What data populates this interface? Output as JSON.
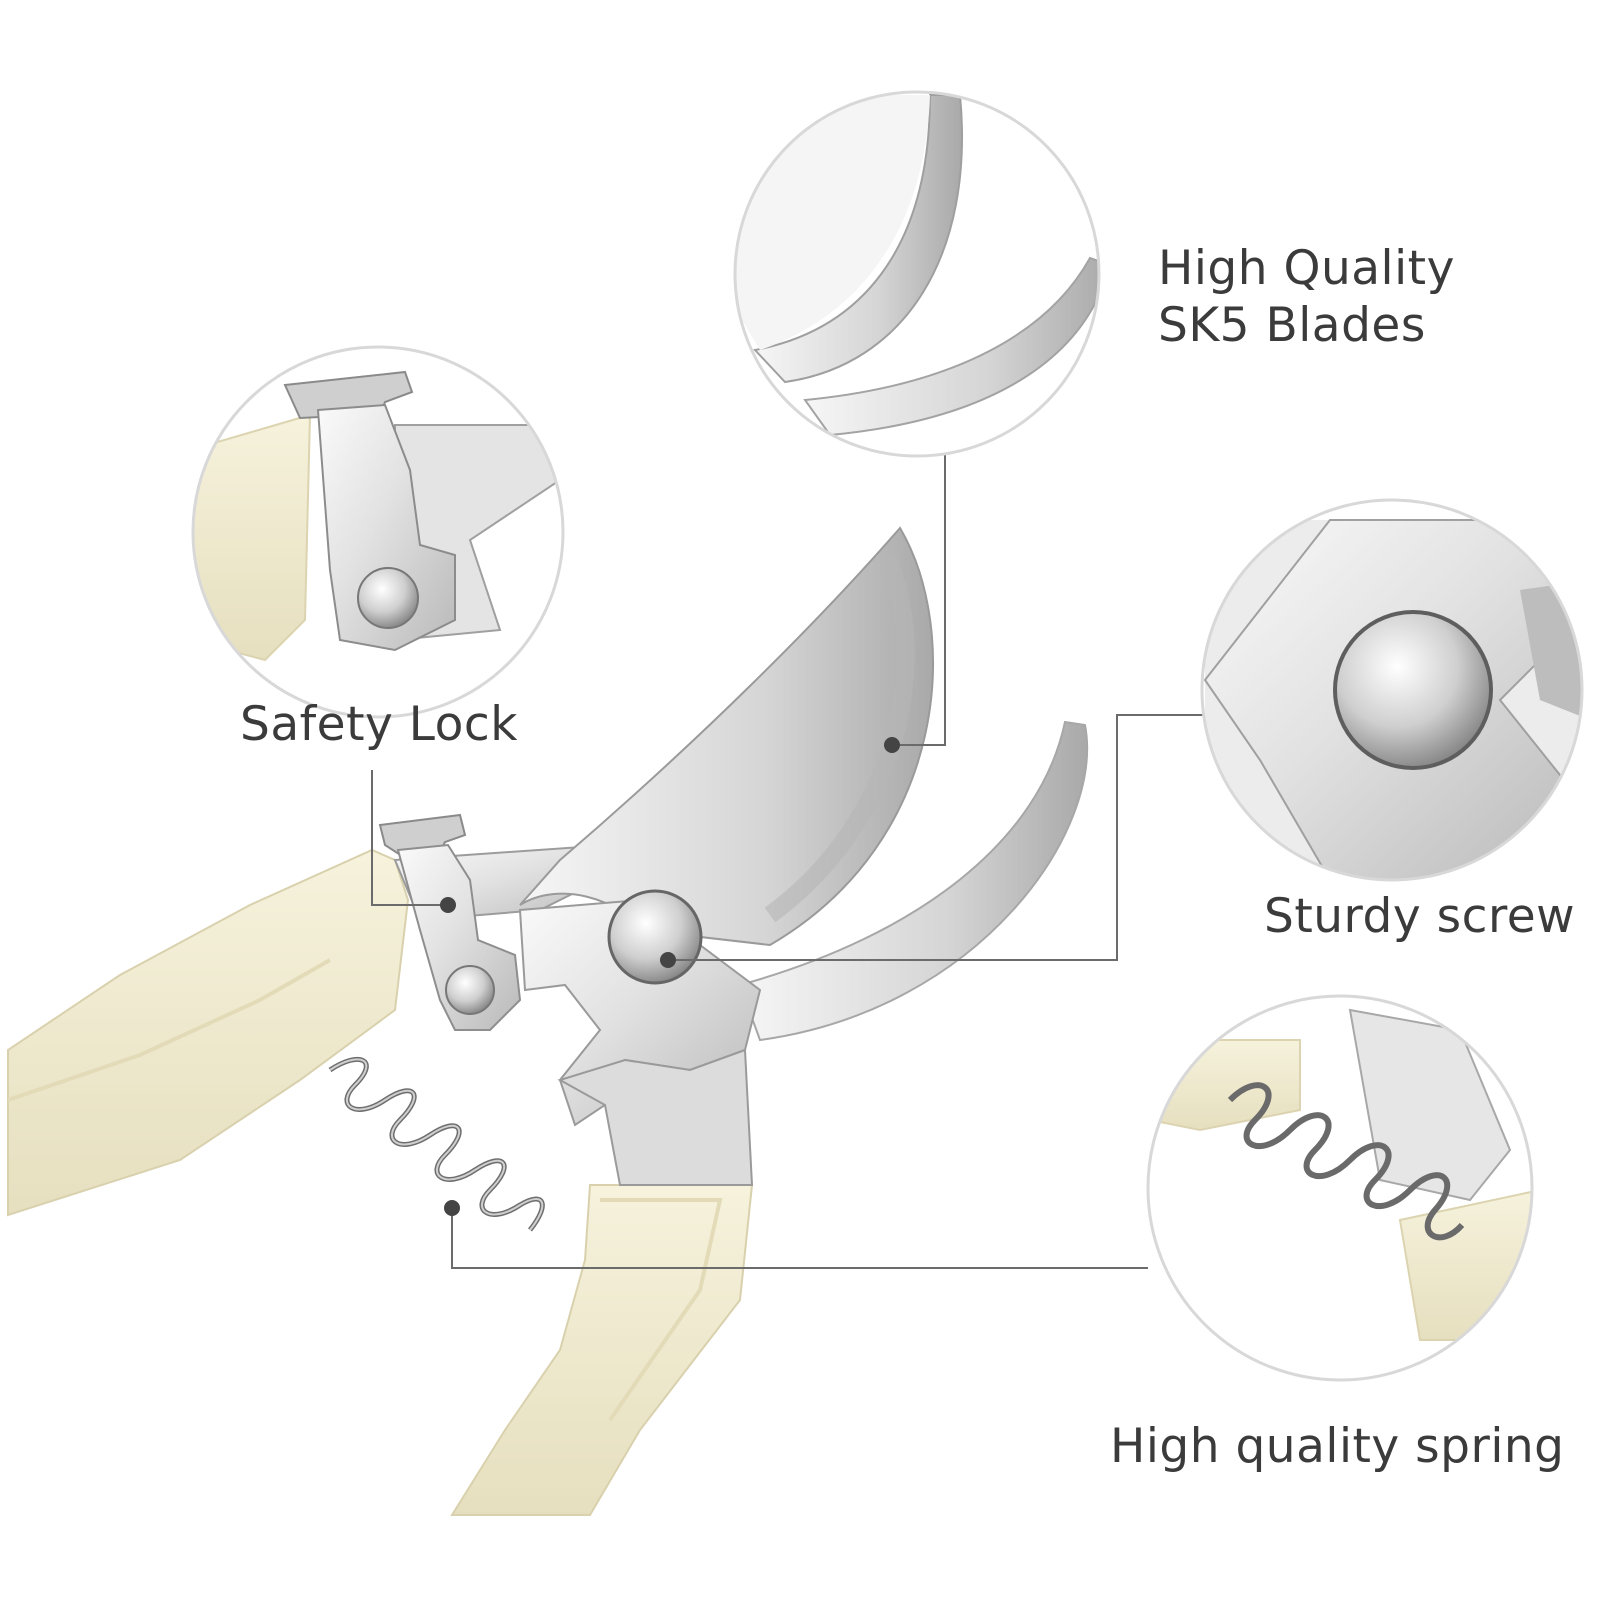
{
  "callouts": {
    "blades": {
      "line1": "High Quality",
      "line2": "SK5 Blades"
    },
    "safety_lock": {
      "label": "Safety Lock"
    },
    "screw": {
      "label": "Sturdy screw"
    },
    "spring": {
      "label": "High quality spring"
    }
  },
  "colors": {
    "handle": "#f2edd3",
    "handle_shadow": "#e0d8b4",
    "steel_light": "#f4f4f4",
    "steel_mid": "#d2d2d2",
    "steel_dark": "#9a9a9a",
    "leader_line": "#6b6b6b",
    "circle_border": "#d8d8d8",
    "text": "#3b3b3b"
  }
}
